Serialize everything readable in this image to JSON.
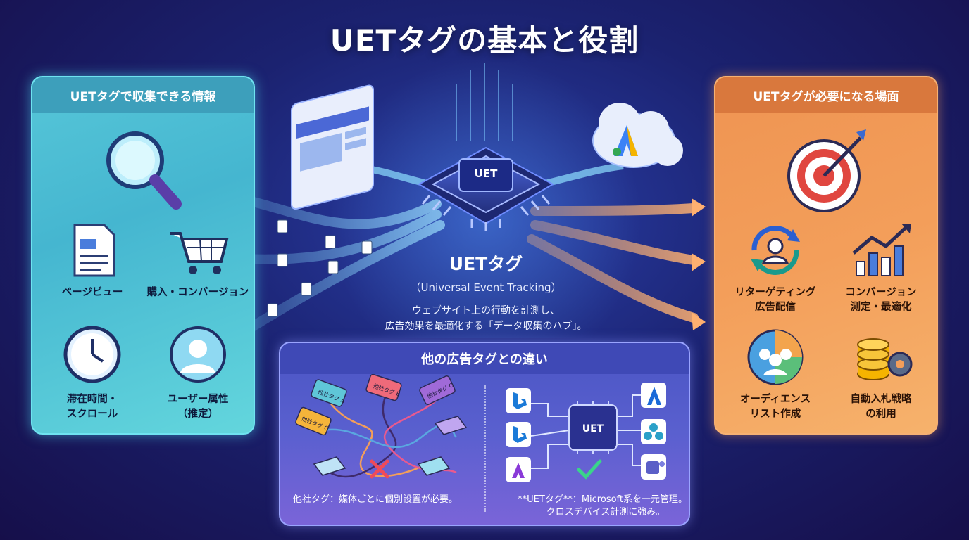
{
  "title": "UETタグの基本と役割",
  "left_panel": {
    "header": "UETタグで収集できる情報",
    "items": [
      {
        "icon": "magnifier-icon",
        "label": ""
      },
      {
        "icon": "document-icon",
        "label": "ページビュー"
      },
      {
        "icon": "shopping-cart-icon",
        "label": "購入・コンバージョン"
      },
      {
        "icon": "clock-icon",
        "label": "滞在時間・",
        "label2": "スクロール"
      },
      {
        "icon": "user-icon",
        "label": "ユーザー属性",
        "label2": "（推定）"
      }
    ]
  },
  "center": {
    "chip_label": "UET",
    "title": "UETタグ",
    "subtitle": "（Universal Event Tracking）",
    "desc_line1": "ウェブサイト上の行動を計測し、",
    "desc_line2": "広告効果を最適化する「データ収集のハブ」。"
  },
  "right_panel": {
    "header": "UETタグが必要になる場面",
    "items": [
      {
        "icon": "target-icon",
        "label": ""
      },
      {
        "icon": "retargeting-icon",
        "label": "リターゲティング",
        "label2": "広告配信"
      },
      {
        "icon": "growth-chart-icon",
        "label": "コンバージョン",
        "label2": "測定・最適化"
      },
      {
        "icon": "audience-icon",
        "label": "オーディエンス",
        "label2": "リスト作成"
      },
      {
        "icon": "coins-gear-icon",
        "label": "自動入札戦略",
        "label2": "の利用"
      }
    ]
  },
  "comparison": {
    "header": "他の広告タグとの違い",
    "left_caption": "他社タグ：媒体ごとに個別設置が必要。",
    "right_caption_1": "**UETタグ**：Microsoft系を一元管理。",
    "right_caption_2": "クロスデバイス計測に強み。",
    "left_tags": [
      "他社タグ A",
      "他社タグ B",
      "他社タグ C",
      "他社タグ C"
    ],
    "hub_label": "UET"
  },
  "colors": {
    "left_accent": "#56c6d8",
    "right_accent": "#ef9452",
    "bottom_accent": "#5a60cf",
    "background": "#1b2270"
  }
}
